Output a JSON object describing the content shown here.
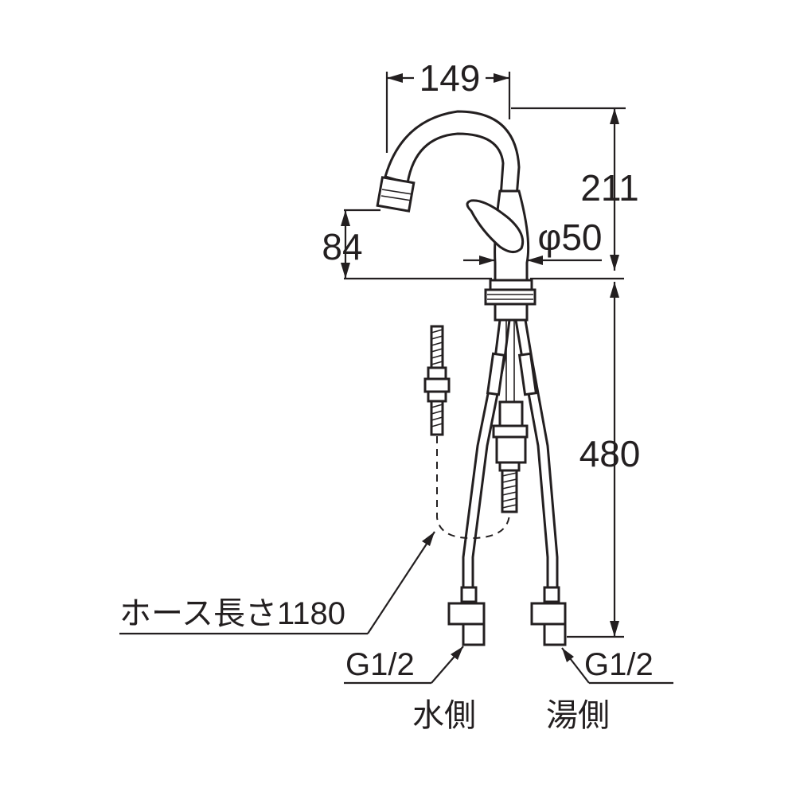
{
  "dimensions": {
    "spout_reach": "149",
    "height_spout": "211",
    "spout_outlet_height": "84",
    "body_diameter": "φ50",
    "hose_drop": "480"
  },
  "labels": {
    "hose_length": "ホース長さ1180",
    "cold_thread": "G1/2",
    "hot_thread": "G1/2",
    "cold_side": "水側",
    "hot_side": "湯側"
  }
}
